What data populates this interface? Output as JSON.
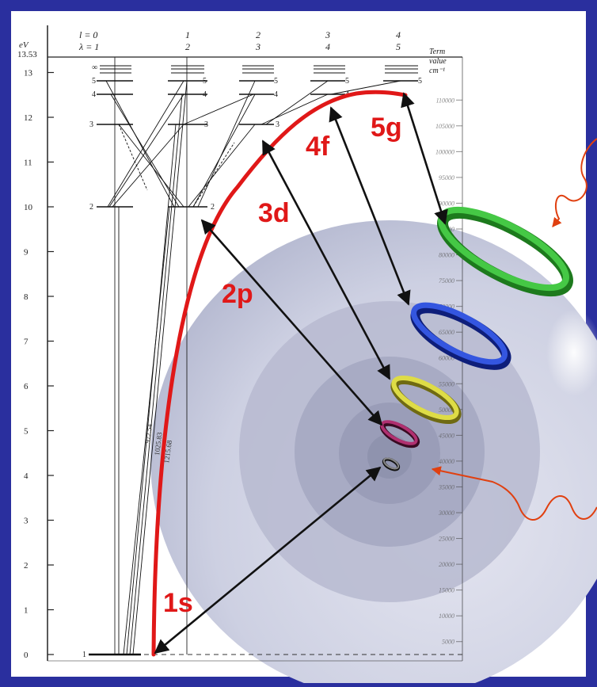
{
  "header": {
    "ev_unit": "eV",
    "ev_max": "13.53",
    "l_row": [
      "l = 0",
      "1",
      "2",
      "3",
      "4"
    ],
    "lambda_row": [
      "λ = 1",
      "2",
      "3",
      "4",
      "5"
    ],
    "term_value_label": [
      "Term",
      "value",
      "cm⁻¹"
    ]
  },
  "ev_ticks": [
    "0",
    "1",
    "2",
    "3",
    "4",
    "5",
    "6",
    "7",
    "8",
    "9",
    "10",
    "11",
    "12",
    "13"
  ],
  "cm_ticks": [
    "5000",
    "10000",
    "15000",
    "20000",
    "25000",
    "30000",
    "35000",
    "40000",
    "45000",
    "50000",
    "55000",
    "60000",
    "65000",
    "70000",
    "75000",
    "80000",
    "85000",
    "90000",
    "95000",
    "100000",
    "105000",
    "110000"
  ],
  "level_labels": {
    "s": [
      "∞",
      "5",
      "4",
      "3",
      "2",
      "1"
    ],
    "p": [
      "5",
      "4",
      "3",
      "2"
    ],
    "d": [
      "5",
      "4",
      "3"
    ],
    "f": [
      "5",
      "4"
    ],
    "g": [
      "5"
    ]
  },
  "wavelengths": [
    "972.54",
    "1025.83",
    "1215.68"
  ],
  "orbital_labels": [
    "1s",
    "2p",
    "3d",
    "4f",
    "5g"
  ],
  "colors": {
    "background": "#2a2f9e",
    "paper": "#ffffff",
    "curve": "#e01818",
    "ring_green": "#2fae2f",
    "ring_blue": "#2840c8",
    "ring_yellow": "#c8c22a",
    "ring_magenta": "#8a1a4a",
    "photon": "#e04010"
  }
}
